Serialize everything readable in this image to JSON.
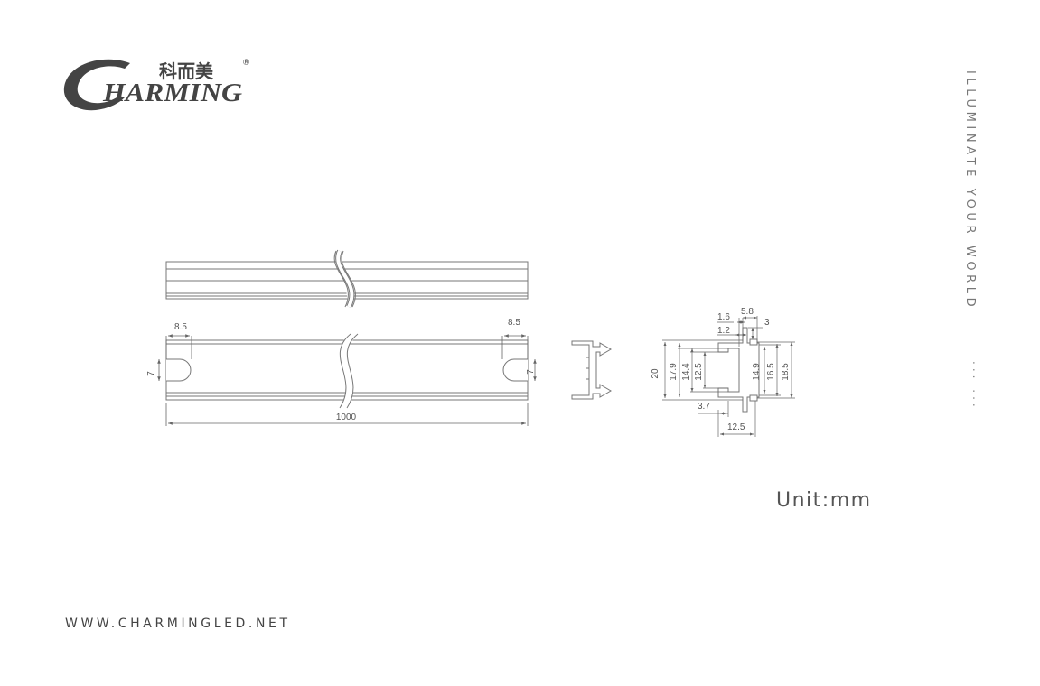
{
  "brand": {
    "logo_text": "HARMING",
    "logo_chinese": "科而美",
    "registered_mark": "®"
  },
  "tagline": "ILLUMINATE YOUR WORLD",
  "tagline_dots": "... ...",
  "unit_label": "Unit:mm",
  "website": "WWW.CHARMINGLED.NET",
  "dimensions": {
    "slot_width_left": "8.5",
    "slot_width_right": "8.5",
    "slot_height_left": "7",
    "slot_height_right": "7",
    "length": "1000",
    "d_1_6": "1.6",
    "d_5_8": "5.8",
    "d_3": "3",
    "d_1_2": "1.2",
    "d_20": "20",
    "d_17_9": "17.9",
    "d_14_4": "14.4",
    "d_12_5_v": "12.5",
    "d_14_9": "14.9",
    "d_16_5": "16.5",
    "d_18_5": "18.5",
    "d_3_7": "3.7",
    "d_12_5_h": "12.5"
  }
}
